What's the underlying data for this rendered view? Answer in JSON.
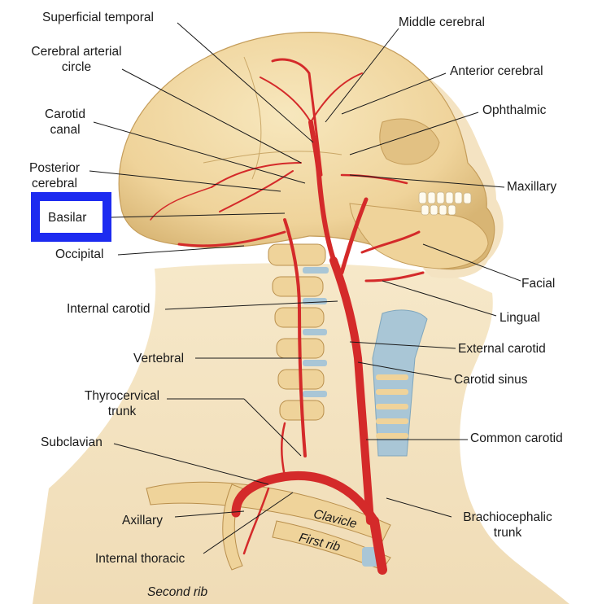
{
  "labels": {
    "superficial_temporal": "Superficial temporal",
    "cerebral_arterial_circle": [
      "Cerebral arterial",
      "circle"
    ],
    "carotid_canal": [
      "Carotid",
      "canal"
    ],
    "posterior_cerebral": [
      "Posterior",
      "cerebral"
    ],
    "basilar": "Basilar",
    "occipital": "Occipital",
    "internal_carotid": "Internal carotid",
    "vertebral": "Vertebral",
    "thyrocervical_trunk": [
      "Thyrocervical",
      "trunk"
    ],
    "subclavian": "Subclavian",
    "axillary": "Axillary",
    "internal_thoracic": "Internal thoracic",
    "second_rib": "Second rib",
    "middle_cerebral": "Middle cerebral",
    "anterior_cerebral": "Anterior cerebral",
    "ophthalmic": "Ophthalmic",
    "maxillary": "Maxillary",
    "facial": "Facial",
    "lingual": "Lingual",
    "external_carotid": "External carotid",
    "carotid_sinus": "Carotid sinus",
    "common_carotid": "Common carotid",
    "brachiocephalic_trunk": [
      "Brachiocephalic",
      "trunk"
    ],
    "clavicle": "Clavicle",
    "first_rib": "First rib"
  },
  "highlight": {
    "target": "basilar",
    "color": "#1d2bf0"
  },
  "colors": {
    "bone": "#f1dba6",
    "bone_shadow": "#d9b879",
    "skin": "#f3e2bf",
    "artery": "#d42a2a",
    "artery_dark": "#a51a1a",
    "cartilage": "#a9c6d6"
  }
}
